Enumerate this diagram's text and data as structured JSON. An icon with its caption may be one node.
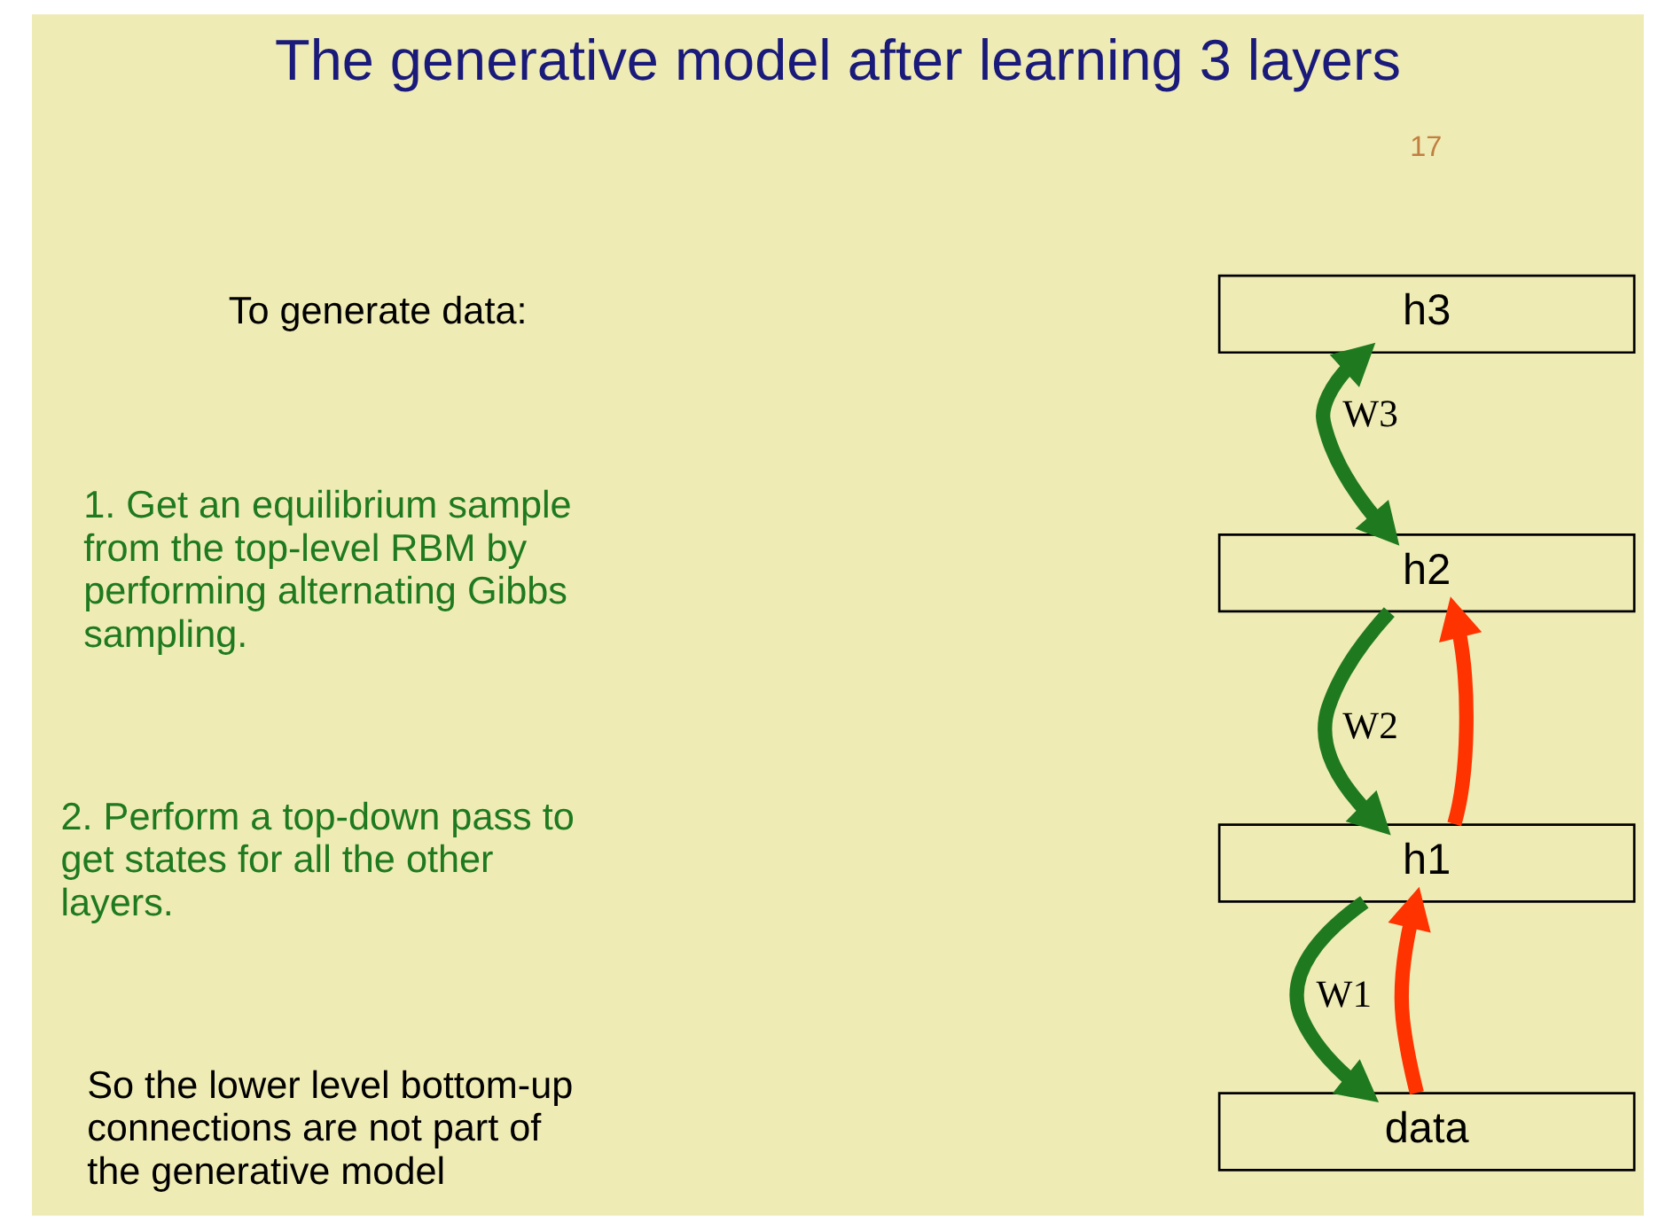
{
  "diagram": {
    "title": "The generative model after learning 3 layers",
    "nodes": [
      {
        "text": [
          "h3"
        ]
      },
      {
        "text": [
          "h2"
        ]
      },
      {
        "text": [
          "h1"
        ]
      },
      {
        "text": [
          "data"
        ]
      }
    ],
    "edges": [
      {
        "from": 0,
        "to": 1,
        "arrow": "both",
        "label": "W3"
      },
      {
        "from": 2,
        "to": 1,
        "arrow": "to",
        "color": "#ff3300"
      },
      {
        "from": 1,
        "to": 2,
        "arrow": "to",
        "label": "W2"
      },
      {
        "from": 3,
        "to": 2,
        "arrow": "to",
        "color": "#ff3300"
      },
      {
        "from": 2,
        "to": 3,
        "arrow": "to",
        "label": "W1"
      }
    ],
    "labels": [
      "17",
      "To generate data:",
      "1. Get an equilibrium sample from the top-level RBM by performing alternating Gibbs sampling.",
      "2. Perform a top-down pass to get states for all the other layers.",
      "So the lower level bottom-up connections are not part of the generative model"
    ]
  }
}
